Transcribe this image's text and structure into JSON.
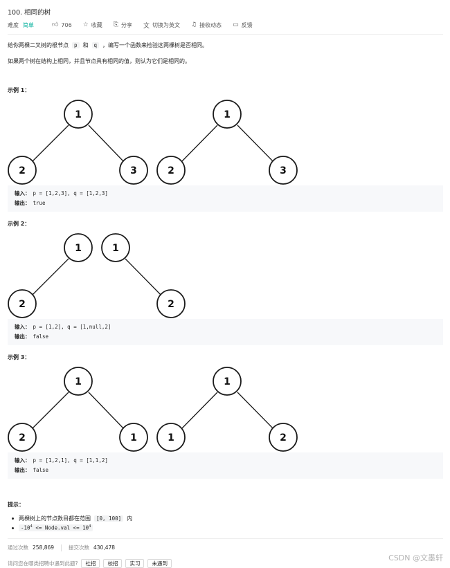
{
  "problem": {
    "title": "100. 相同的树",
    "difficulty_label": "难度",
    "difficulty": "简单",
    "likes": "706",
    "favorite": "收藏",
    "share": "分享",
    "switch_lang": "切换为英文",
    "notify": "接收动态",
    "feedback": "反馈"
  },
  "description": {
    "line1_pre": "给你两棵二叉树的根节点",
    "p": "p",
    "and": "和",
    "q": "q",
    "line1_post": "，编写一个函数来检验这两棵树是否相同。",
    "line2": "如果两个树在结构上相同，并且节点具有相同的值，则认为它们是相同的。"
  },
  "examples": [
    {
      "heading": "示例 1：",
      "trees": [
        {
          "root": "1",
          "left": "2",
          "right": "3"
        },
        {
          "root": "1",
          "left": "2",
          "right": "3"
        }
      ],
      "input_label": "输入：",
      "input": "p = [1,2,3], q = [1,2,3]",
      "output_label": "输出：",
      "output": "true"
    },
    {
      "heading": "示例 2：",
      "trees": [
        {
          "root": "1",
          "left": "2",
          "right": null
        },
        {
          "root": "1",
          "left": null,
          "right": "2"
        }
      ],
      "input_label": "输入：",
      "input": "p = [1,2], q = [1,null,2]",
      "output_label": "输出：",
      "output": "false"
    },
    {
      "heading": "示例 3：",
      "trees": [
        {
          "root": "1",
          "left": "2",
          "right": "1"
        },
        {
          "root": "1",
          "left": "1",
          "right": "2"
        }
      ],
      "input_label": "输入：",
      "input": "p = [1,2,1], q = [1,1,2]",
      "output_label": "输出：",
      "output": "false"
    }
  ],
  "hints": {
    "heading": "提示：",
    "item1_pre": "两棵树上的节点数目都在范围",
    "item1_range": "[0, 100]",
    "item1_post": "内",
    "item2_left": "-10",
    "item2_exp": "4",
    "item2_mid": " <= Node.val <= 10",
    "item2_exp2": "4"
  },
  "stats": {
    "accepted_label": "通过次数",
    "accepted": "258,869",
    "submitted_label": "提交次数",
    "submitted": "430,478"
  },
  "ask": {
    "text": "请问您在哪类招聘中遇到此题?",
    "options": [
      "社招",
      "校招",
      "实习",
      "未遇到"
    ]
  },
  "watermark": "CSDN @文墨轩"
}
